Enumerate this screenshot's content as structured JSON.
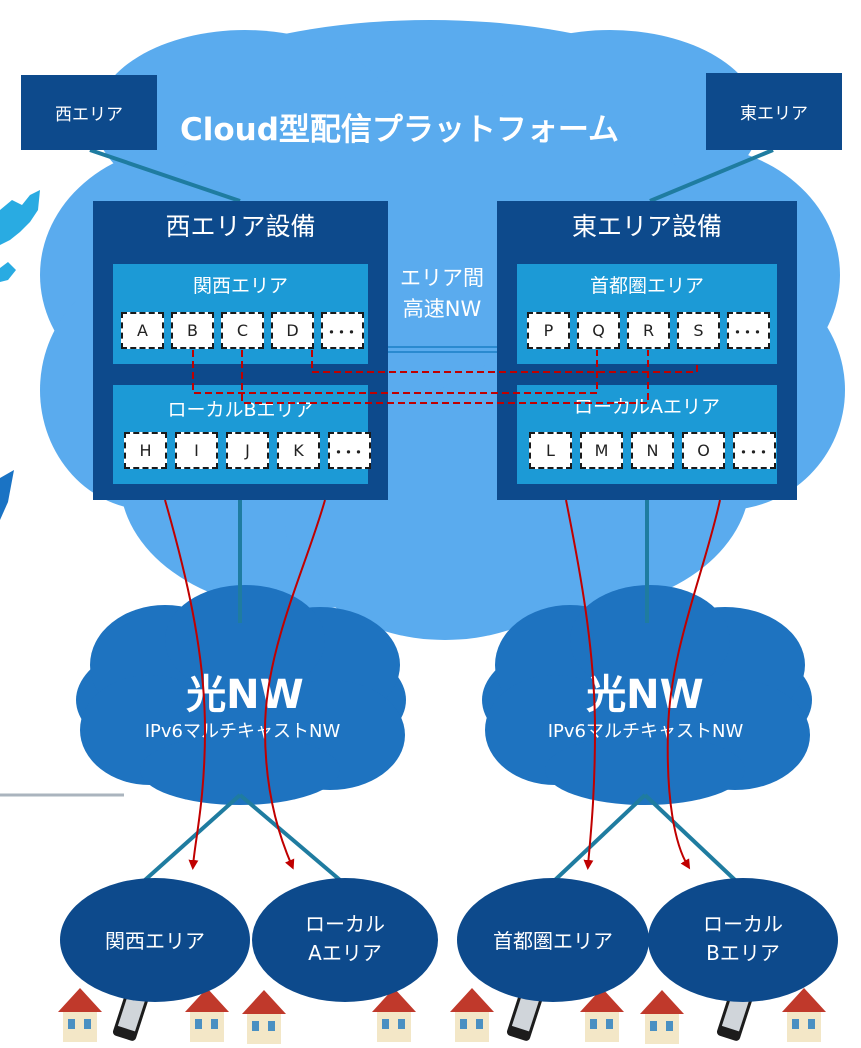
{
  "cloud": {
    "title": "Cloud型配信プラットフォーム"
  },
  "tags": {
    "west": "西エリア",
    "east": "東エリア"
  },
  "west_facility": {
    "title": "西エリア設備",
    "upper": {
      "title": "関西エリア",
      "nodes": [
        "A",
        "B",
        "C",
        "D",
        "･･･"
      ]
    },
    "lower": {
      "title": "ローカルBエリア",
      "nodes": [
        "H",
        "I",
        "J",
        "K",
        "･･･"
      ]
    }
  },
  "east_facility": {
    "title": "東エリア設備",
    "upper": {
      "title": "首都圏エリア",
      "nodes": [
        "P",
        "Q",
        "R",
        "S",
        "･･･"
      ]
    },
    "lower": {
      "title": "ローカルAエリア",
      "nodes": [
        "L",
        "M",
        "N",
        "O",
        "･･･"
      ]
    }
  },
  "inter_area": {
    "line1": "エリア間",
    "line2": "高速NW"
  },
  "networks": [
    {
      "title": "光NW",
      "subtitle": "IPv6マルチキャストNW"
    },
    {
      "title": "光NW",
      "subtitle": "IPv6マルチキャストNW"
    }
  ],
  "areas": [
    {
      "line1": "関西エリア",
      "line2": ""
    },
    {
      "line1": "ローカル",
      "line2": "Aエリア"
    },
    {
      "line1": "首都圏エリア",
      "line2": ""
    },
    {
      "line1": "ローカル",
      "line2": "Bエリア"
    }
  ],
  "colors": {
    "cloud": "#5aabee",
    "facility": "#0d4a8c",
    "zone": "#1c9ad6",
    "connector": "#1f7ca0",
    "red_link": "#c00000",
    "node_bg": "#ffffff"
  }
}
